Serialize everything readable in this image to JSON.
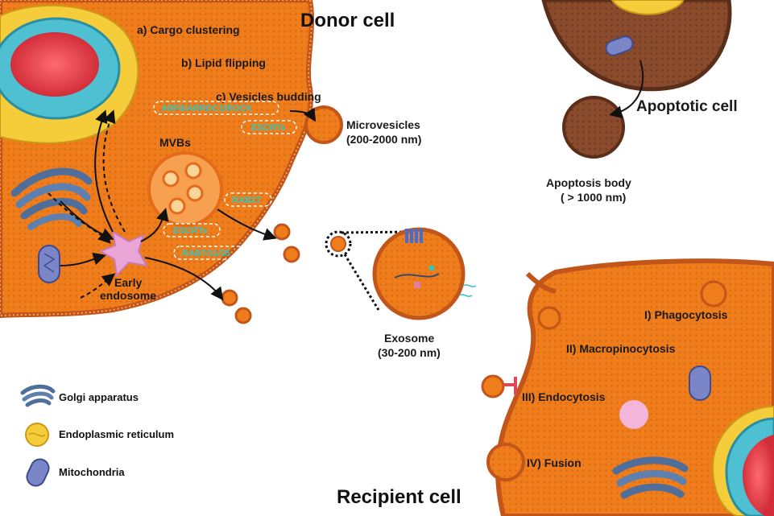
{
  "titles": {
    "donor": "Donor cell",
    "recipient": "Recipient cell",
    "apoptotic": "Apoptotic cell"
  },
  "donor_steps": {
    "a": "a) Cargo clustering",
    "b": "b) Lipid flipping",
    "c": "c) Vesicles budding"
  },
  "tags": {
    "arf6": "ARF6/ARRDC1/ROCK",
    "escrts_top": "ESCRTs",
    "rab27": "RAB27",
    "escrts_bottom": "ESCRTs",
    "rab7": "RAB7/11/35"
  },
  "labels": {
    "mvbs": "MVBs",
    "early_endosome_1": "Early",
    "early_endosome_2": "endosome",
    "microvesicles_1": "Microvesicles",
    "microvesicles_2": "(200-2000 nm)",
    "apoptosis_body_1": "Apoptosis body",
    "apoptosis_body_2": "( > 1000 nm)",
    "exosome_1": "Exosome",
    "exosome_2": "(30-200 nm)"
  },
  "uptake": {
    "phagocytosis": "I) Phagocytosis",
    "macropinocytosis": "II) Macropinocytosis",
    "endocytosis": "III) Endocytosis",
    "fusion": "IV) Fusion"
  },
  "legend": [
    {
      "icon": "golgi-icon",
      "label": "Golgi apparatus"
    },
    {
      "icon": "endoplasmic-reticulum-icon",
      "label": "Endoplasmic reticulum"
    },
    {
      "icon": "mitochondria-icon",
      "label": "Mitochondria"
    }
  ],
  "colors": {
    "cytoplasm": "#f07d1c",
    "membrane": "#c2551a",
    "apoptotic": "#8a4a2c",
    "tag_text": "#2ec7c0",
    "golgi": "#4f6e9a",
    "nucleus": "#e8404a",
    "er": "#f5cc3a",
    "endosome": "#e9a5d6"
  }
}
